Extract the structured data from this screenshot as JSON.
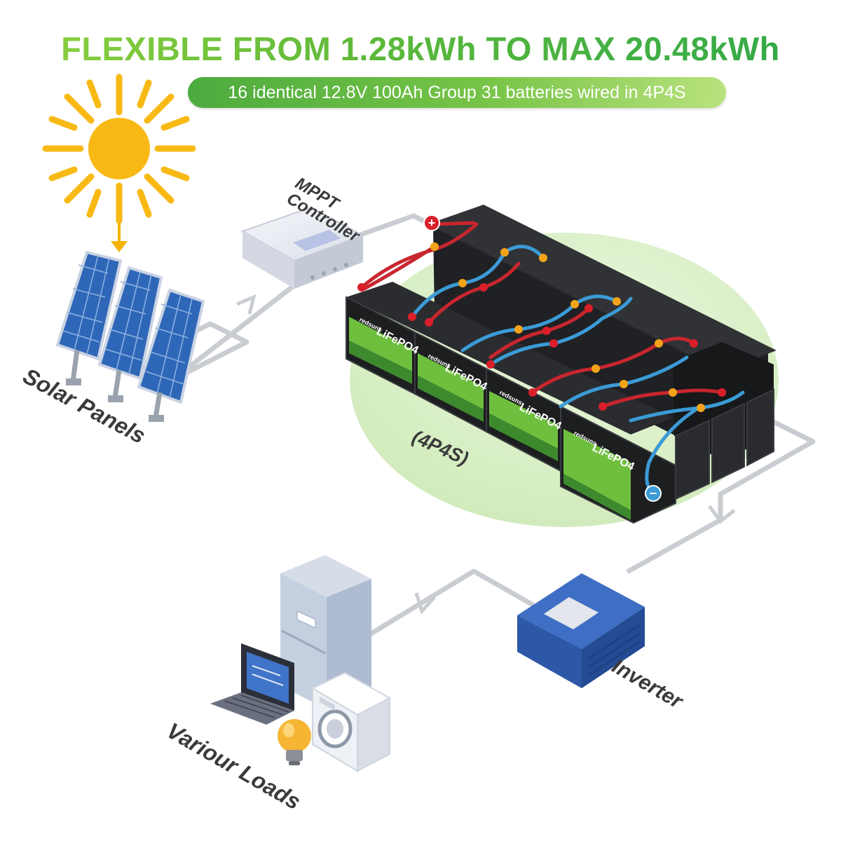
{
  "header": {
    "headline": "FLEXIBLE FROM 1.28kWh TO MAX 20.48kWh",
    "subheadline": "16 identical 12.8V 100Ah Group 31 batteries wired in 4P4S"
  },
  "labels": {
    "solar_panels": "Solar Panels",
    "mppt_line1": "MPPT",
    "mppt_line2": "Controller",
    "configuration": "(4P4S)",
    "inverter": "Inverter",
    "loads": "Variour Loads"
  },
  "battery": {
    "chemistry": "LiFePO4",
    "brand": "redsuns",
    "positive_symbol": "+",
    "negative_symbol": "−"
  },
  "colors": {
    "headline_green": "#5cb83a",
    "pill_green": "#77c447",
    "sun": "#f9b915",
    "battery_body": "#1e1f21",
    "battery_label": "#6fbf3f",
    "wire_red": "#c8262e",
    "wire_blue": "#3b9bd6",
    "inverter_blue": "#2d58a8",
    "highlight_ellipse": "#d9f0c6"
  }
}
